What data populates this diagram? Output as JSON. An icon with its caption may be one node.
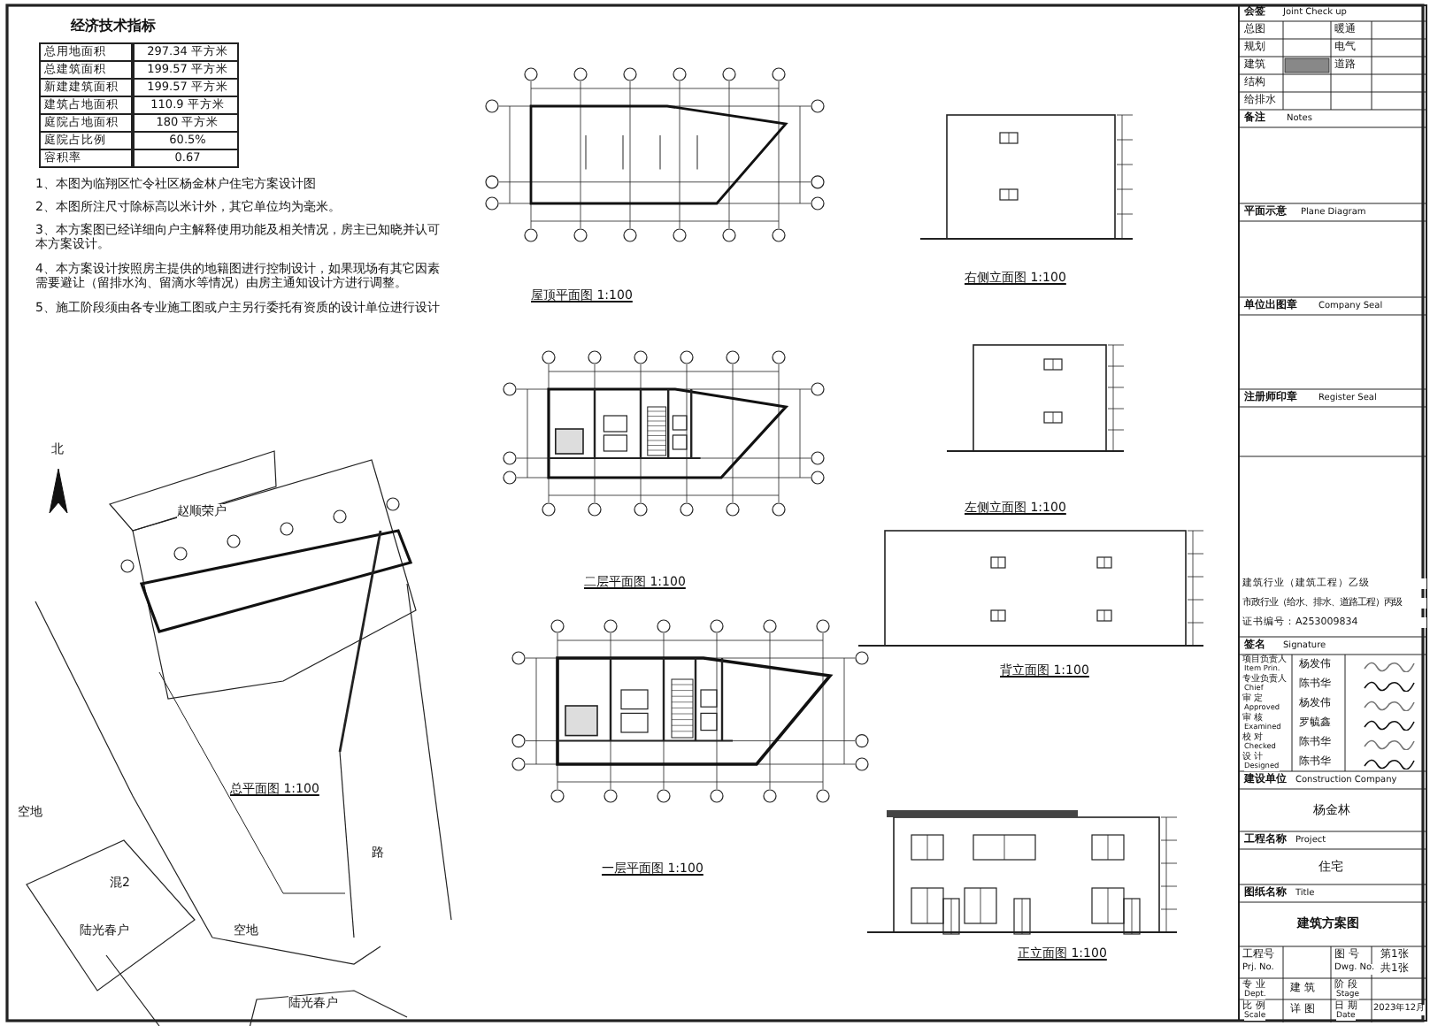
{
  "diagram": {
    "labels": [
      "经济技术指标",
      "总用地面积",
      "297.34 平方米",
      "总建筑面积",
      "199.57 平方米",
      "新建建筑面积",
      "199.57 平方米",
      "建筑占地面积",
      "110.9 平方米",
      "庭院占地面积",
      "180 平方米",
      "庭院占比例",
      "60.5%",
      "容积率",
      "0.67",
      "1、本图为临翔区忙令社区杨金林户住宅方案设计图",
      "2、本图所注尺寸除标高以米计外，其它单位均为毫米。",
      "3、本方案图已经详细向户主解释使用功能及相关情况，房主已知晓并认可本方案设计。",
      "4、本方案设计按照房主提供的地籍图进行控制设计，如果现场有其它因素需要避让（留排水沟、留滴水等情况）由房主通知设计方进行调整。",
      "5、施工阶段须由各专业施工图或户主另行委托有资质的设计单位进行设计",
      "屋顶平面图 1:100",
      "右侧立面图 1:100",
      "左侧立面图 1:100",
      "北",
      "赵顺荣户",
      "二层平面图 1:100",
      "背立面图 1:100",
      "总平面图 1:100",
      "一层平面图 1:100",
      "空地",
      "路",
      "混2",
      "陆光春户",
      "空地",
      "正立面图 1:100",
      "陆光春户",
      "会签",
      "Joint Check up",
      "总图",
      "暖通",
      "规划",
      "电气",
      "建筑",
      "道路",
      "结构",
      "给排水",
      "备注",
      "Notes",
      "平面示意",
      "Plane Diagram",
      "单位出图章",
      "Company Seal",
      "注册师印章",
      "Register Seal",
      "建筑行业（建筑工程）乙级",
      "市政行业（给水、排水、道路工程）丙级",
      "证书编号：A253009834",
      "签名",
      "Signature",
      "项目负责人",
      "Item Prin.",
      "杨发伟",
      "专业负责人",
      "Chief",
      "陈书华",
      "审 定",
      "Approved",
      "杨发伟",
      "审 核",
      "Examined",
      "罗毓鑫",
      "校 对",
      "Checked",
      "陈书华",
      "设 计",
      "Designed",
      "陈书华",
      "建设单位",
      "Construction Company",
      "杨金林",
      "工程名称",
      "Project",
      "住宅",
      "图纸名称",
      "Title",
      "建筑方案图",
      "工程号",
      "Prj. No.",
      "图 号",
      "Dwg. No.",
      "第1张",
      "共1张",
      "专 业",
      "Dept.",
      "建 筑",
      "阶 段",
      "Stage",
      "比 例",
      "Scale",
      "详 图",
      "日 期",
      "Date",
      "2023年12月"
    ]
  }
}
